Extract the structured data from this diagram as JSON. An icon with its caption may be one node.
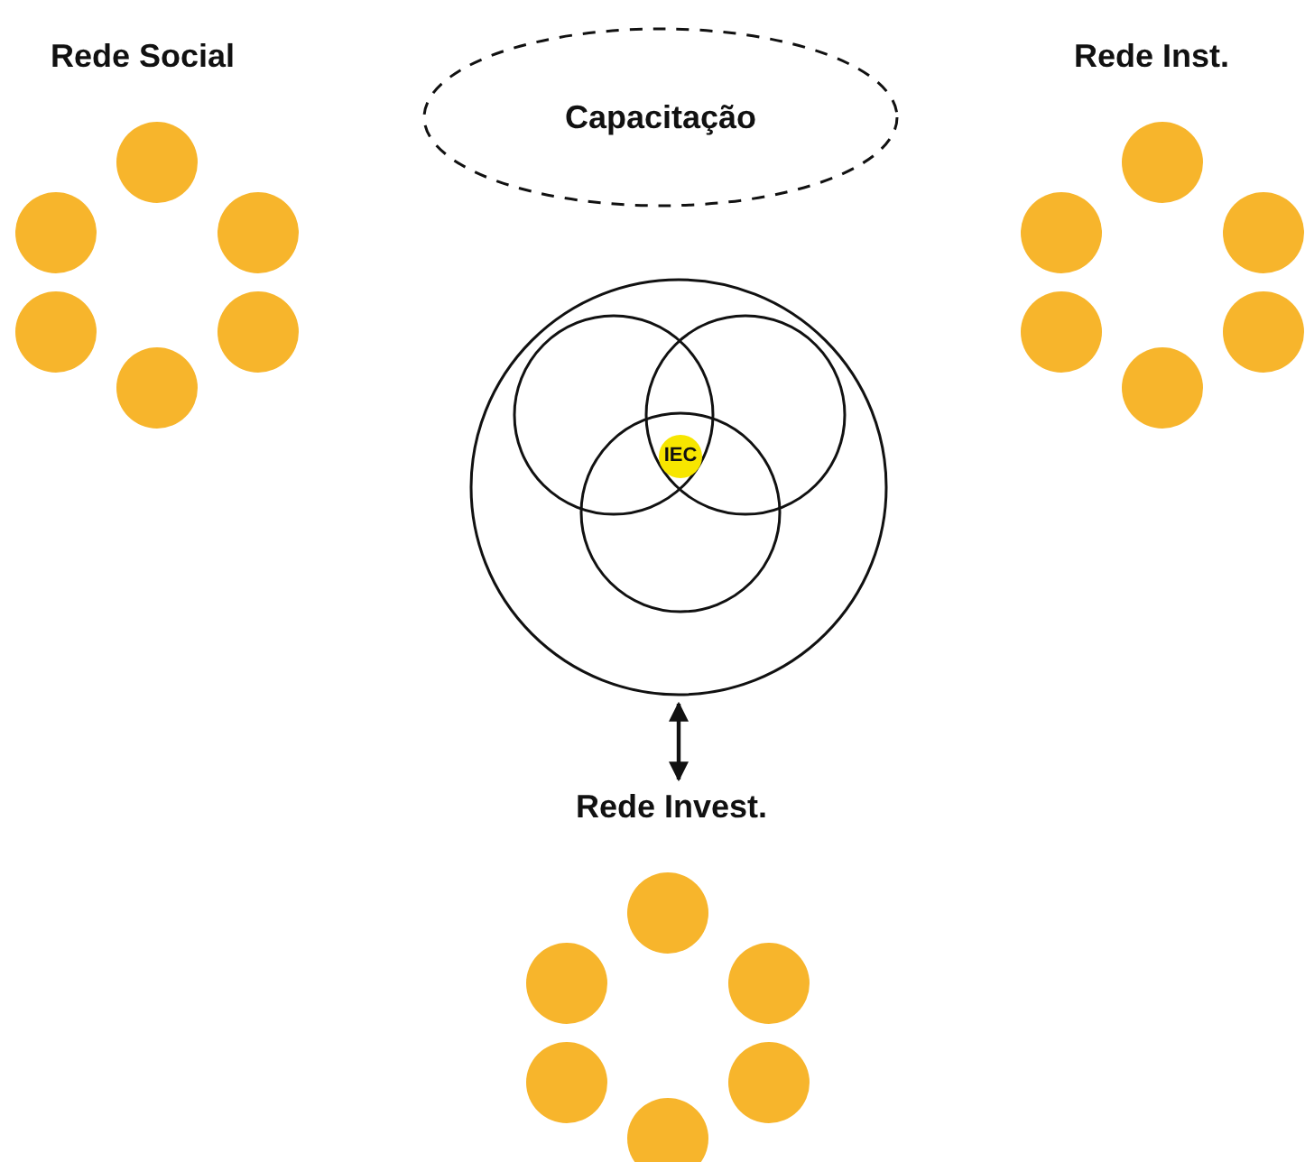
{
  "diagram": {
    "nodes": [
      {
        "text": [
          "Rede Social"
        ]
      },
      {
        "text": [
          "Capacitação"
        ]
      },
      {
        "text": [
          "Rede Inst."
        ]
      },
      {
        "text": [],
        "shape": "circle"
      },
      {
        "text": [],
        "shape": "circle",
        "in": 3
      },
      {
        "text": [],
        "shape": "circle",
        "in": 3
      },
      {
        "text": [],
        "shape": "circle",
        "in": 3
      },
      {
        "text": [
          "IEC"
        ]
      },
      {
        "text": [
          "Rede Invest."
        ]
      }
    ],
    "edges": [
      {
        "from": 3,
        "to": 8,
        "arrow": "both"
      }
    ]
  }
}
